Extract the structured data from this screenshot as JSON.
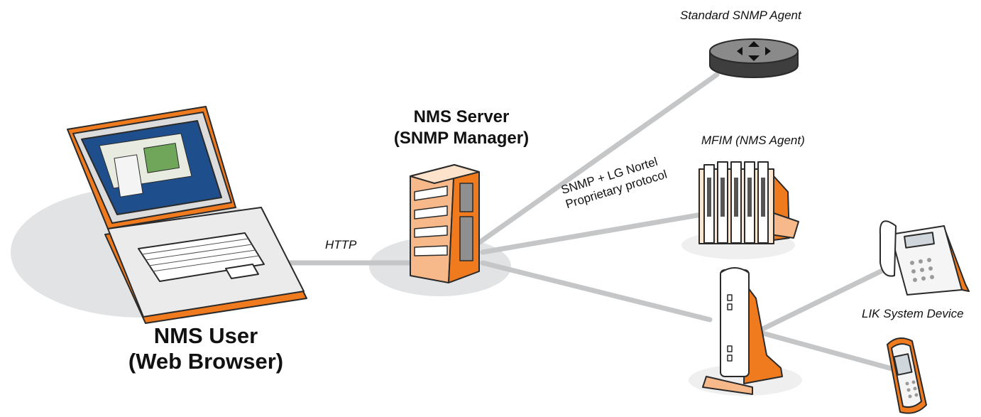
{
  "labels": {
    "user_line1": "NMS User",
    "user_line2": "(Web Browser)",
    "server_line1": "NMS Server",
    "server_line2": "(SNMP Manager)",
    "http": "HTTP",
    "protocol_line1": "SNMP + LG Nortel",
    "protocol_line2": "Proprietary protocol",
    "snmp_agent": "Standard SNMP Agent",
    "mfim": "MFIM (NMS Agent)",
    "lik_device": "LIK System Device"
  },
  "colors": {
    "accent_orange": "#f07a1e",
    "light_orange": "#f8b98a",
    "link_gray": "#c4c6c8",
    "shadow_gray": "#e2e3e4",
    "outline": "#2a2a2a"
  },
  "icons": [
    "laptop-icon",
    "server-tower-icon",
    "router-icon",
    "mfim-chassis-icon",
    "lik-system-tower-icon",
    "desk-phone-icon",
    "mobile-handset-icon"
  ]
}
